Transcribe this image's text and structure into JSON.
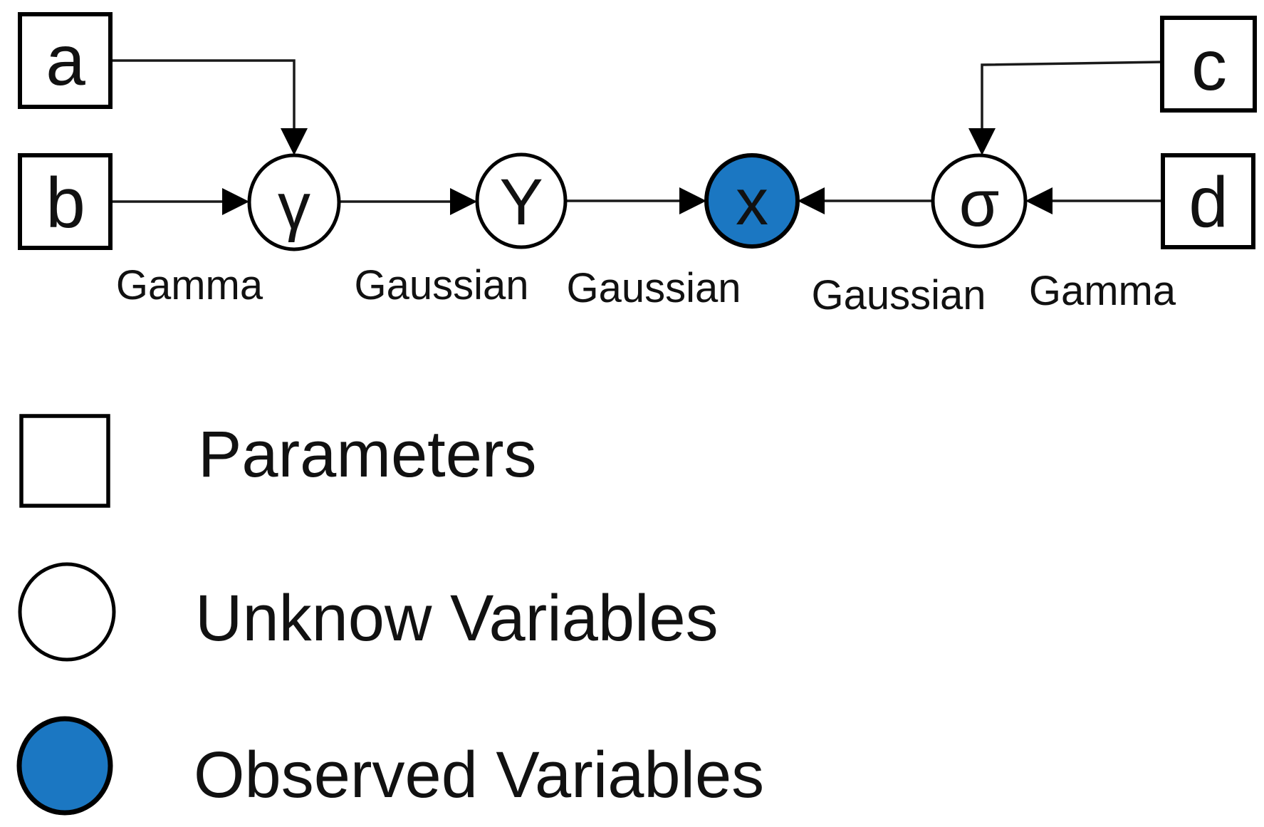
{
  "figure": {
    "background": "#ffffff",
    "stroke_color": "#000000",
    "observed_fill": "#1b77c2"
  },
  "graph": {
    "parameter_nodes": [
      {
        "id": "a",
        "label": "a"
      },
      {
        "id": "b",
        "label": "b"
      },
      {
        "id": "c",
        "label": "c"
      },
      {
        "id": "d",
        "label": "d"
      }
    ],
    "unknown_nodes": [
      {
        "id": "gamma",
        "label": "γ"
      },
      {
        "id": "Y",
        "label": "Y"
      },
      {
        "id": "sigma",
        "label": "σ"
      }
    ],
    "observed_nodes": [
      {
        "id": "x",
        "label": "x"
      }
    ],
    "edges": [
      {
        "from": "a",
        "to": "gamma"
      },
      {
        "from": "b",
        "to": "gamma"
      },
      {
        "from": "gamma",
        "to": "Y"
      },
      {
        "from": "Y",
        "to": "x"
      },
      {
        "from": "sigma",
        "to": "x"
      },
      {
        "from": "c",
        "to": "sigma"
      },
      {
        "from": "d",
        "to": "sigma"
      }
    ],
    "distribution_labels": [
      {
        "text": "Gamma"
      },
      {
        "text": "Gaussian"
      },
      {
        "text": "Gaussian"
      },
      {
        "text": "Gaussian"
      },
      {
        "text": "Gamma"
      }
    ]
  },
  "legend": {
    "items": [
      {
        "shape": "square",
        "label": "Parameters"
      },
      {
        "shape": "circle",
        "label": "Unknow Variables"
      },
      {
        "shape": "filled-circle",
        "label": "Observed Variables"
      }
    ]
  }
}
